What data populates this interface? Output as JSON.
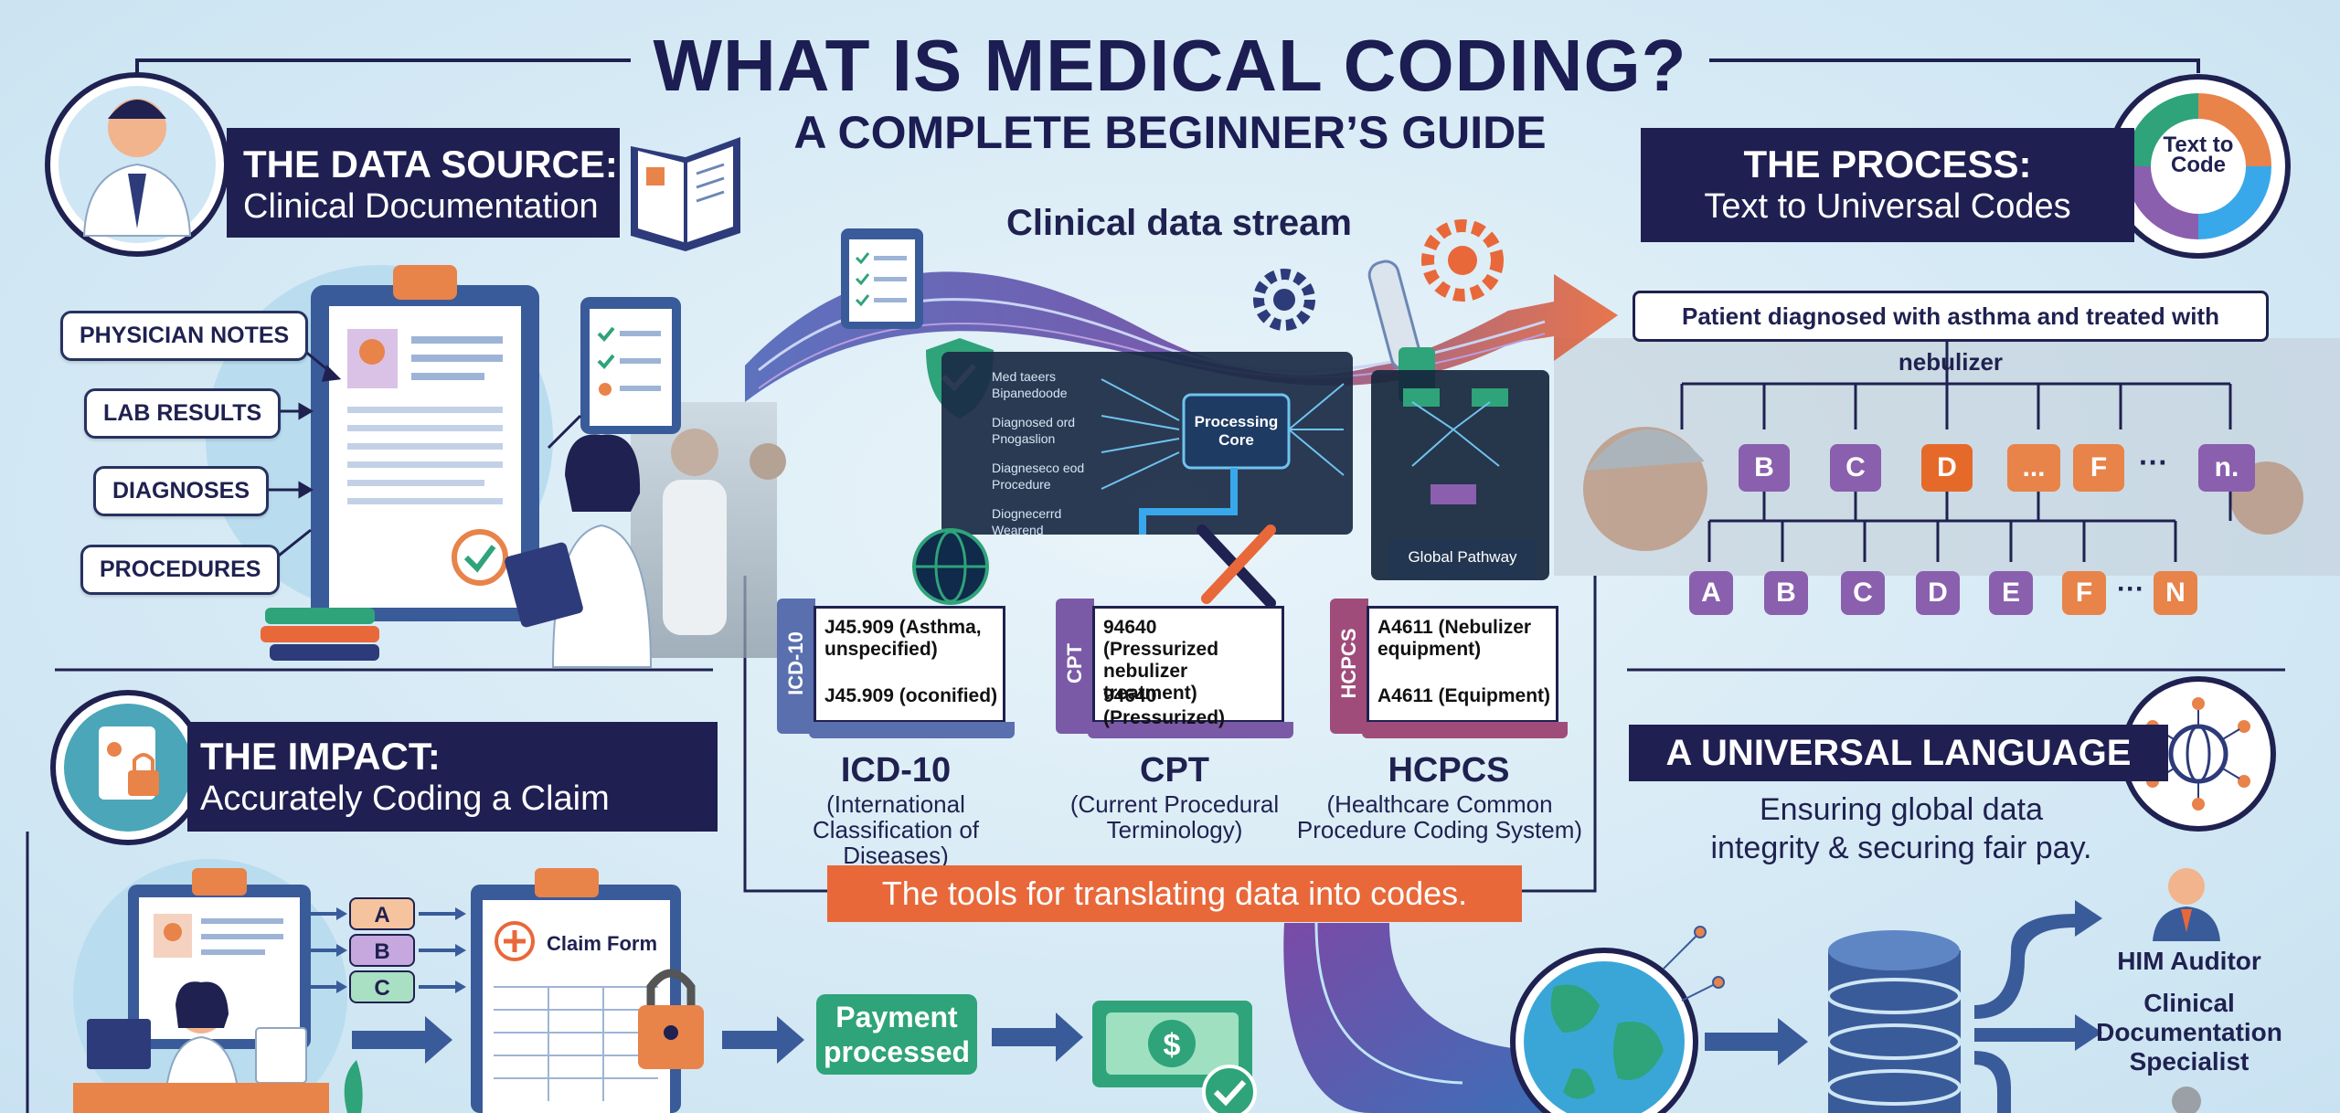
{
  "header": {
    "title": "WHAT IS MEDICAL CODING?",
    "subtitle": "A COMPLETE BEGINNER’S GUIDE"
  },
  "data_source": {
    "heading": "THE DATA SOURCE:",
    "subheading": "Clinical Documentation",
    "items": [
      "PHYSICIAN NOTES",
      "LAB RESULTS",
      "DIAGNOSES",
      "PROCEDURES"
    ]
  },
  "stream": {
    "label": "Clinical data stream",
    "screen_lines": [
      "Med taeers Bipanedoode",
      "Diagnosed ord Pnogaslion",
      "Diagneseco eod Procedure",
      "Diognecerrd Wearend"
    ],
    "core_label": "Processing Core",
    "panel_label": "Global Pathway"
  },
  "process": {
    "heading": "THE PROCESS:",
    "subheading": "Text to Universal Codes",
    "cycle_label": "Text to Code",
    "sentence": "Patient diagnosed with asthma and treated with nebulizer",
    "top_codes": [
      "B",
      "C",
      "D",
      "...",
      "F",
      "···",
      "n."
    ],
    "bottom_codes": [
      "A",
      "B",
      "C",
      "D",
      "E",
      "F",
      "···",
      "N"
    ]
  },
  "books": [
    {
      "spine": "ICD-10",
      "line1": "J45.909 (Asthma, unspecified)",
      "line2": "J45.909 (oconified)",
      "name": "ICD-10",
      "desc": "(International Classification of Diseases)",
      "color": "#5a6fae"
    },
    {
      "spine": "CPT",
      "line1": "94640 (Pressurized nebulizer treatment)",
      "line2": "94640 (Pressurized)",
      "name": "CPT",
      "desc": "(Current Procedural Terminology)",
      "color": "#7a5aa6"
    },
    {
      "spine": "HCPCS",
      "line1": "A4611 (Nebulizer equipment)",
      "line2": "A4611 (Equipment)",
      "name": "HCPCS",
      "desc": "(Healthcare Common Procedure Coding System)",
      "color": "#a04c7a"
    }
  ],
  "tools_ribbon": "The tools for translating data into codes.",
  "impact": {
    "heading": "THE IMPACT:",
    "subheading": "Accurately Coding a Claim",
    "codes": [
      "A",
      "B",
      "C"
    ],
    "claim_form": "Claim Form",
    "payment": "Payment processed"
  },
  "universal": {
    "heading": "A UNIVERSAL LANGUAGE",
    "tagline": "Ensuring global data integrity & securing fair pay.",
    "roles": [
      "HIM Auditor",
      "Clinical Documentation Specialist"
    ]
  },
  "colors": {
    "navy": "#1f1f52",
    "orange": "#e8683a",
    "purple": "#8a5fae",
    "teal_green": "#2fa37a",
    "background": "#d6eaf5"
  }
}
